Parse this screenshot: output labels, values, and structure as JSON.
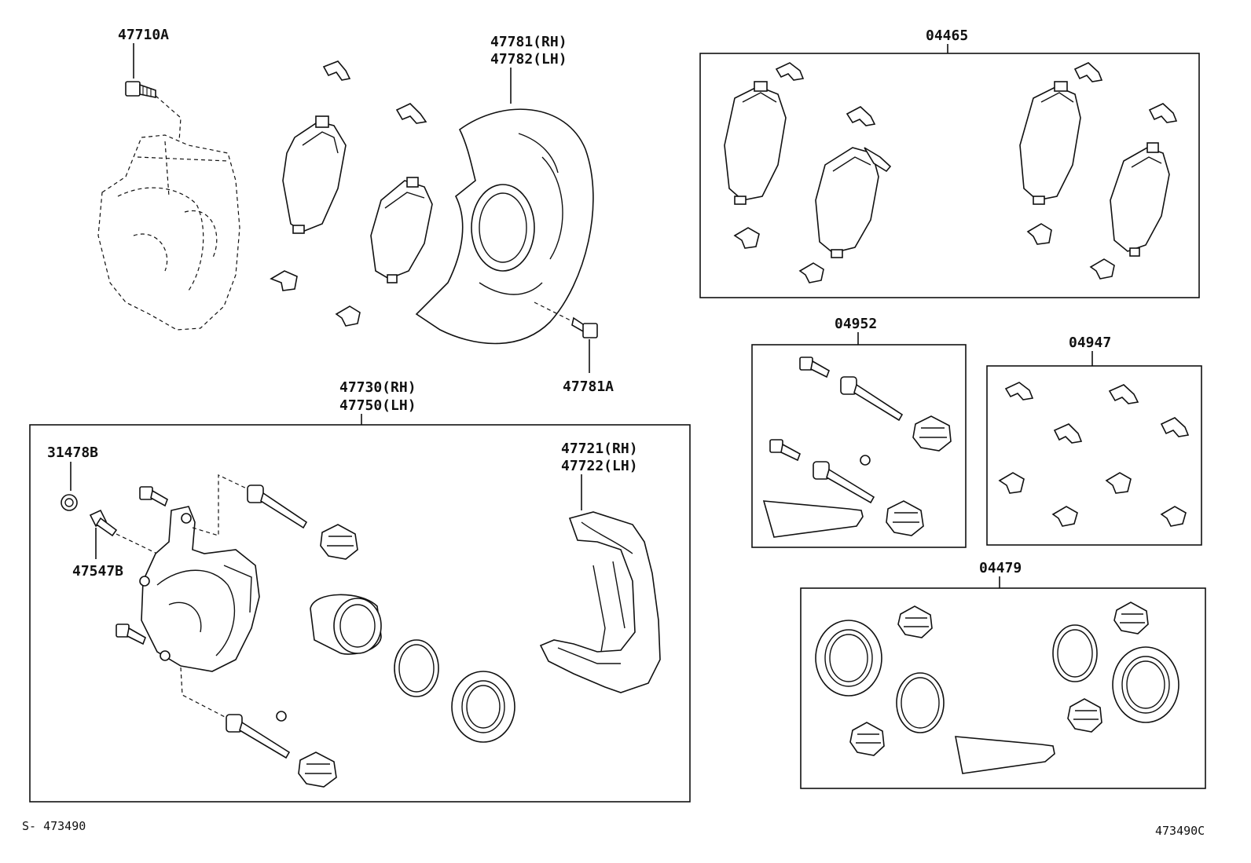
{
  "labels": {
    "p47710A": "47710A",
    "p47781_rh": "47781(RH)",
    "p47782_lh": "47782(LH)",
    "p47781A": "47781A",
    "p47730_rh": "47730(RH)",
    "p47750_lh": "47750(LH)",
    "p31478B": "31478B",
    "p47547B": "47547B",
    "p47721_rh": "47721(RH)",
    "p47722_lh": "47722(LH)",
    "p04465": "04465",
    "p04952": "04952",
    "p04947": "04947",
    "p04479": "04479",
    "footer_left": "S- 473490",
    "footer_right": "473490C"
  }
}
